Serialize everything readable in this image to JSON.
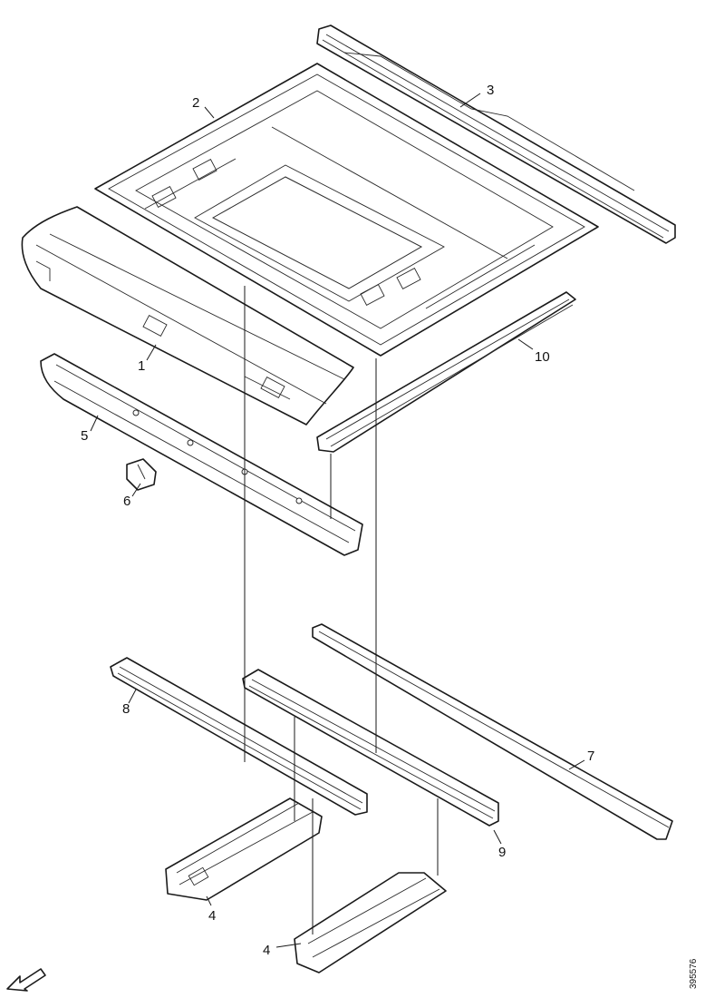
{
  "callouts": {
    "p1": "1",
    "p2": "2",
    "p3": "3",
    "p4a": "4",
    "p4b": "4",
    "p5": "5",
    "p6": "6",
    "p7": "7",
    "p8": "8",
    "p9": "9",
    "p10": "10"
  },
  "reference_code": "395576",
  "icons": {
    "orientation": "front-direction-arrow-icon"
  }
}
